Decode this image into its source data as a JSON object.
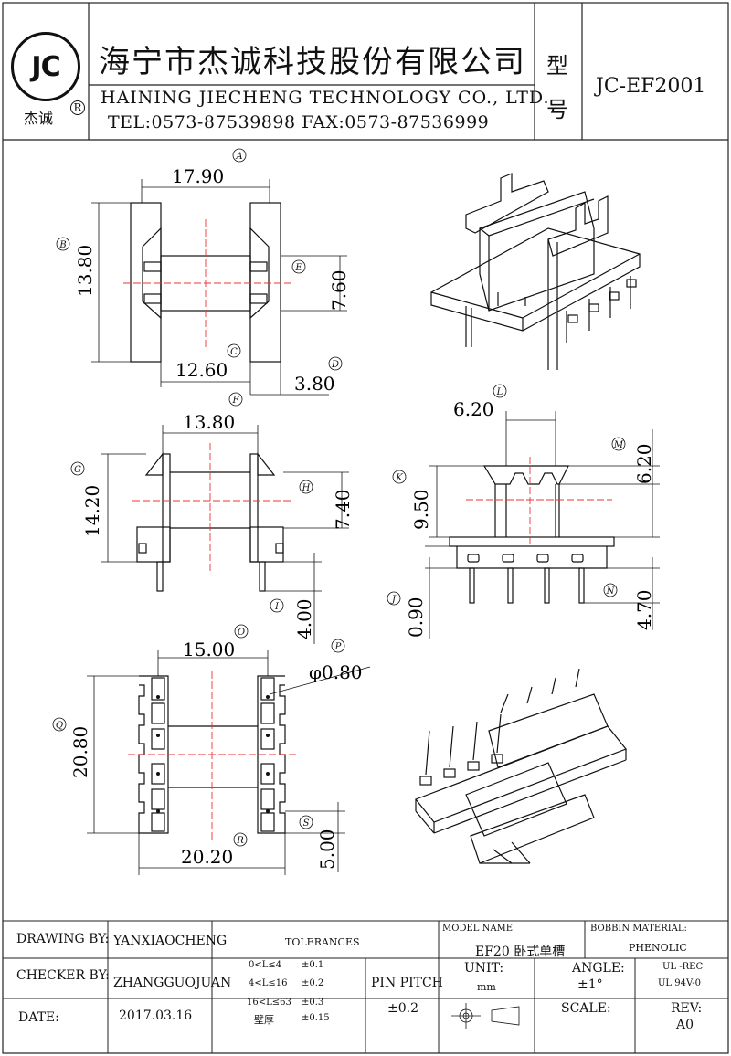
{
  "header": {
    "logo_text": "JC",
    "logo_cn": "杰诚",
    "logo_reg": "R",
    "company_cn": "海宁市杰诚科技股份有限公司",
    "company_en": "HAINING JIECHENG TECHNOLOGY CO., LTD.",
    "contact": "TEL:0573-87539898  FAX:0573-87536999",
    "type_label_1": "型",
    "type_label_2": "号",
    "model_no": "JC-EF2001"
  },
  "dims": {
    "A": "17.90",
    "B": "13.80",
    "C": "12.60",
    "D": "3.80",
    "E": "7.60",
    "F": "13.80",
    "G": "14.20",
    "H": "7.40",
    "I": "4.00",
    "K": "9.50",
    "L": "6.20",
    "M": "6.20",
    "J": "0.90",
    "N": "4.70",
    "O": "15.00",
    "P": "φ0.80",
    "Q": "20.80",
    "R": "20.20",
    "S": "5.00"
  },
  "letters": [
    "A",
    "B",
    "C",
    "D",
    "E",
    "F",
    "G",
    "H",
    "I",
    "J",
    "K",
    "L",
    "M",
    "N",
    "O",
    "P",
    "Q",
    "R",
    "S"
  ],
  "titleblock": {
    "drawing_by_label": "DRAWING  BY:",
    "drawing_by": "YANXIAOCHENG",
    "tolerances_label": "TOLERANCES",
    "model_name_label": "MODEL NAME",
    "model_name": "EF20 卧式单槽",
    "bobbin_label": "BOBBIN MATERIAL:",
    "bobbin": "PHENOLIC",
    "checker_label": "CHECKER  BY:",
    "checker": "ZHANGGUOJUAN",
    "tol_1_range": "0<L≤4",
    "tol_1": "±0.1",
    "tol_2_range": "4<L≤16",
    "tol_2": "±0.2",
    "tol_3_range": "16<L≤63",
    "tol_3": "±0.3",
    "tol_4_range": "壁厚",
    "tol_4": "±0.15",
    "pin_pitch_label": "PIN PITCH",
    "pin_pitch": "±0.2",
    "unit_label": "UNIT:",
    "unit": "mm",
    "angle_label": "ANGLE:",
    "angle": "±1°",
    "ul_1": "UL -REC",
    "ul_2": "UL  94V-0",
    "date_label": "DATE:",
    "date": "2017.03.16",
    "scale_label": "SCALE:",
    "rev_label": "REV:",
    "rev": "A0"
  }
}
